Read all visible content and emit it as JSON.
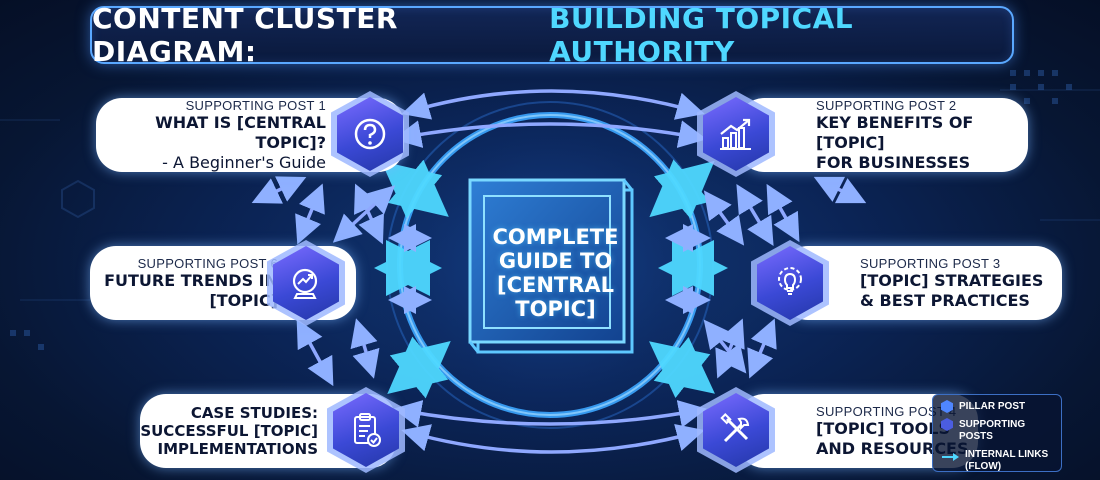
{
  "title": {
    "part1": "CONTENT CLUSTER DIAGRAM:",
    "part2": "BUILDING TOPICAL AUTHORITY"
  },
  "pillar": {
    "lines": [
      "COMPLETE",
      "GUIDE TO",
      "[CENTRAL",
      "TOPIC]"
    ]
  },
  "posts": [
    {
      "id": "post1",
      "sub": "SUPPORTING POST 1",
      "line1": "WHAT IS [CENTRAL TOPIC]?",
      "line2": "- A Beginner's Guide",
      "icon": "question-icon"
    },
    {
      "id": "post2",
      "sub": "SUPPORTING POST 2",
      "line1": "KEY BENEFITS OF [TOPIC]",
      "line2": "FOR BUSINESSES",
      "icon": "chart-growth-icon"
    },
    {
      "id": "post6",
      "sub": "SUPPORTING POST 6",
      "line1": "FUTURE TRENDS IN",
      "line2": "[TOPIC]",
      "icon": "crystal-ball-icon"
    },
    {
      "id": "post3",
      "sub": "SUPPORTING POST 3",
      "line1": "[TOPIC] STRATEGIES",
      "line2": "& BEST PRACTICES",
      "icon": "gear-bulb-icon"
    },
    {
      "id": "post5",
      "sub": "",
      "line0": "CASE STUDIES:",
      "line1": "SUCCESSFUL [TOPIC]",
      "line2": "IMPLEMENTATIONS",
      "icon": "clipboard-check-icon"
    },
    {
      "id": "post4",
      "sub": "SUPPORTING POST 4",
      "line1": "[TOPIC] TOOLS",
      "line2": "AND RESOURCES",
      "icon": "tools-icon"
    }
  ],
  "legend": {
    "pillar": "PILLAR POST",
    "supporting": "SUPPORTING POSTS",
    "links": "INTERNAL LINKS (FLOW)"
  },
  "colors": {
    "accent_cyan": "#4fd8ff",
    "hex_purple": "#4b5de0",
    "arrow_purple": "#8a7dff",
    "background": "#0b2456"
  }
}
